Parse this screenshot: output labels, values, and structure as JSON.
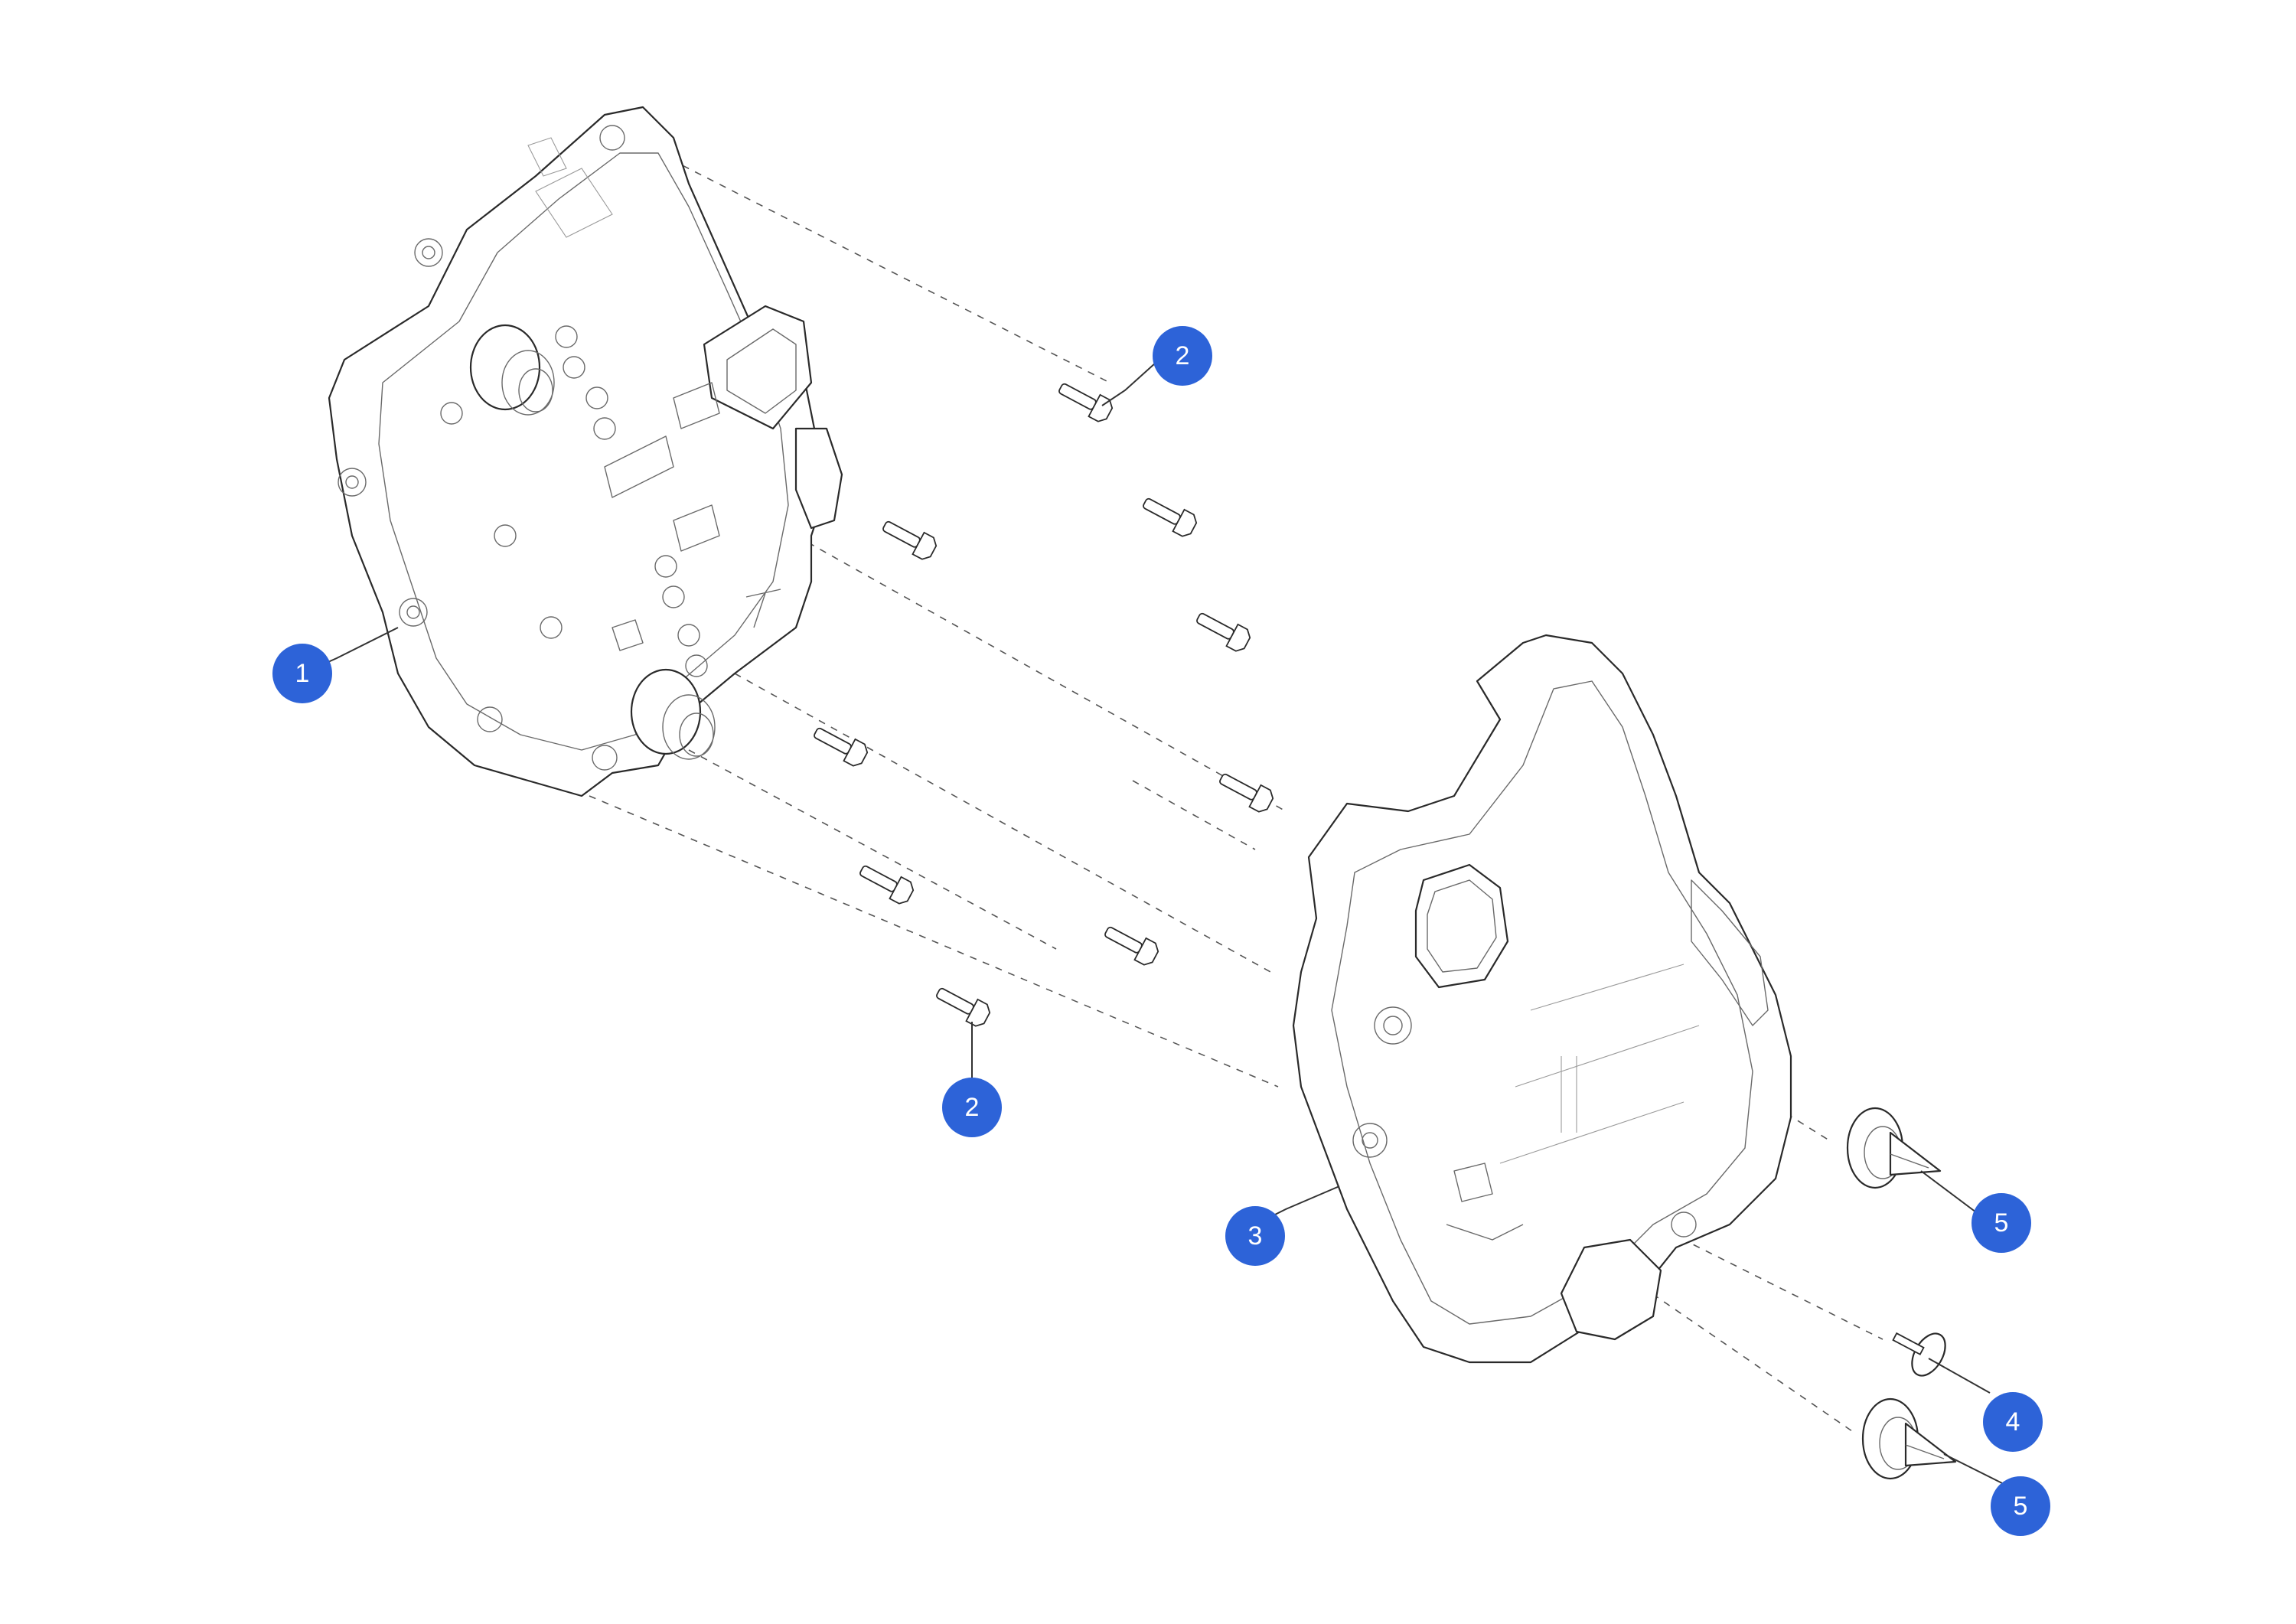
{
  "colors": {
    "accent": "#2d63d8",
    "line": "#2a2a2a",
    "background": "#ffffff"
  },
  "callouts": [
    {
      "id": "callout-1",
      "label": "1",
      "part": "inverter-cover-plate"
    },
    {
      "id": "callout-2-top",
      "label": "2",
      "part": "bolt"
    },
    {
      "id": "callout-2-bottom",
      "label": "2",
      "part": "bolt"
    },
    {
      "id": "callout-3",
      "label": "3",
      "part": "housing-cover"
    },
    {
      "id": "callout-4",
      "label": "4",
      "part": "screw-plug"
    },
    {
      "id": "callout-5-top",
      "label": "5",
      "part": "vent-plug"
    },
    {
      "id": "callout-5-bottom",
      "label": "5",
      "part": "vent-plug"
    }
  ]
}
